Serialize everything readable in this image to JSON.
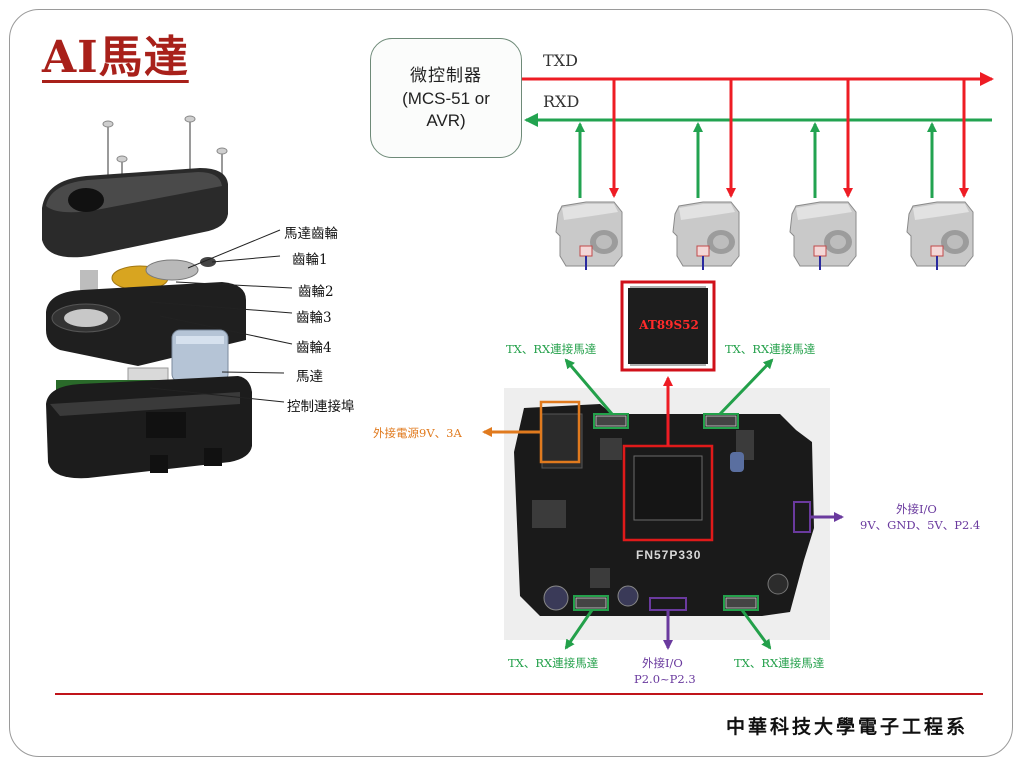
{
  "slide": {
    "title": "AI馬達",
    "footer": "中華科技大學電子工程系"
  },
  "controller": {
    "line1": "微控制器",
    "line2": "(MCS-51 or AVR)"
  },
  "bus": {
    "txd": "TXD",
    "rxd": "RXD"
  },
  "motor_parts": [
    "馬達齒輪",
    "齒輪1",
    "齒輪2",
    "齒輪3",
    "齒輪4",
    "馬達",
    "控制連接埠"
  ],
  "chip": {
    "label": "AT89S52"
  },
  "board": {
    "print": "FN57P330"
  },
  "board_labels": {
    "tx_rx_top_left": "TX、RX連接馬達",
    "tx_rx_top_right": "TX、RX連接馬達",
    "power": "外接電源9V、3A",
    "io_right_title": "外接I/O",
    "io_right_pins": "9V、GND、5V、P2.4",
    "tx_rx_bottom_left": "TX、RX連接馬達",
    "io_bottom_title": "外接I/O",
    "io_bottom_pins": "P2.0~P2.3",
    "tx_rx_bottom_right": "TX、RX連接馬達"
  },
  "colors": {
    "title": "#a8201a",
    "tx_line": "#ee1c24",
    "rx_line": "#22a350",
    "callout_green": "#23a04a",
    "callout_orange": "#e07a1e",
    "callout_purple": "#6a3a9e",
    "highlight_red": "#e01a1a"
  }
}
